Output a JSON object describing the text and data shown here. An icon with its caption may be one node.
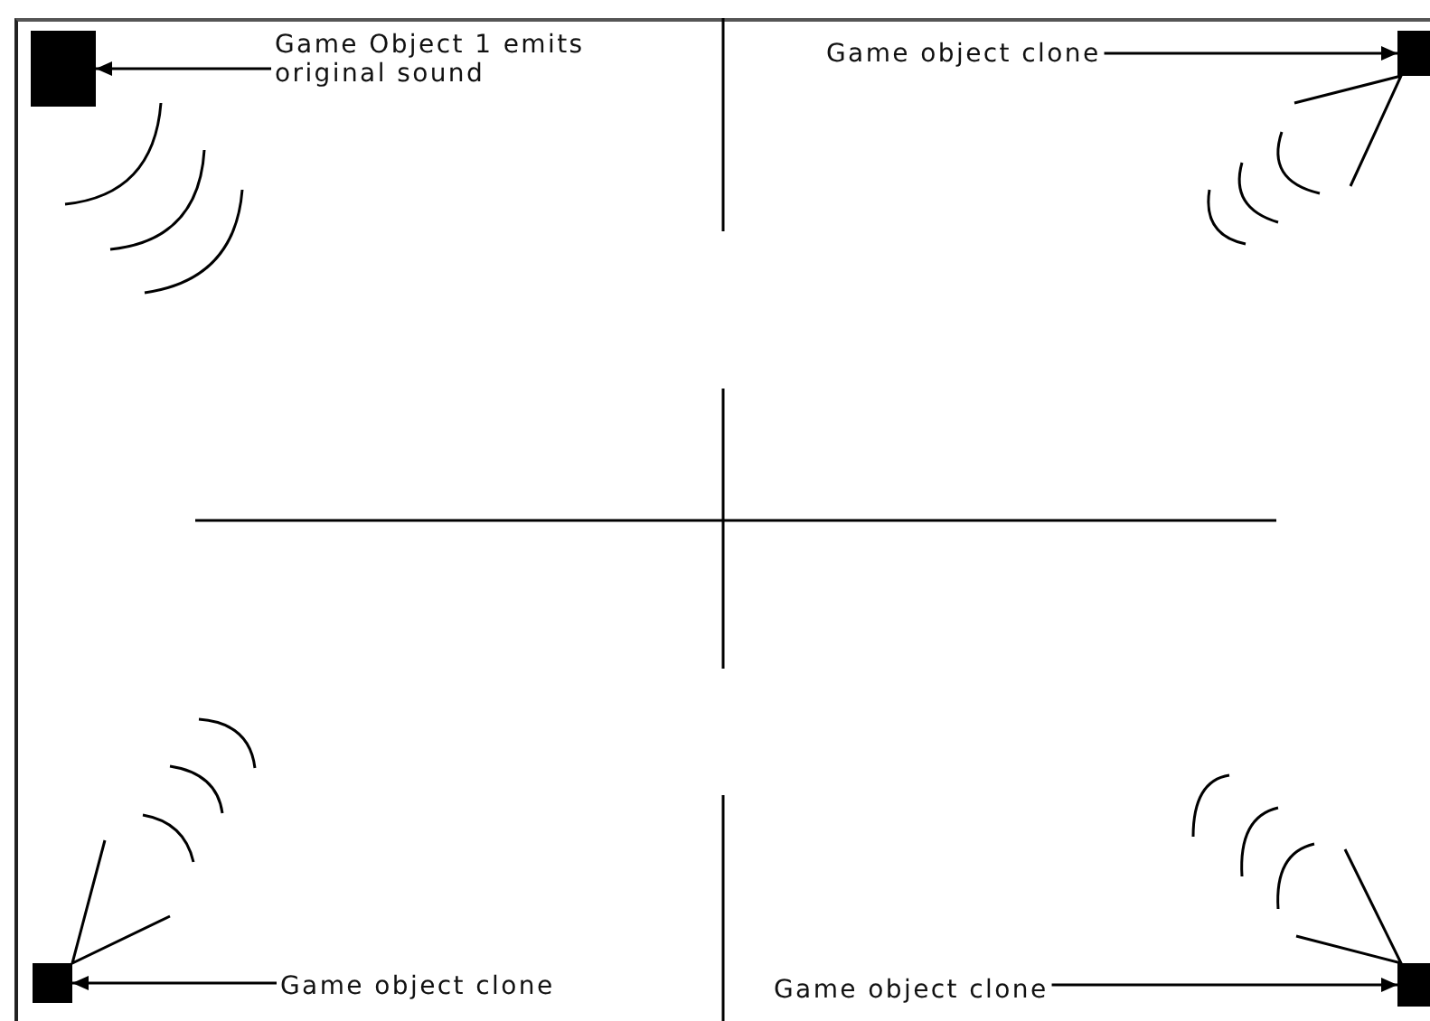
{
  "diagram": {
    "nodes": [
      {
        "text": [],
        "shape": "box"
      },
      {
        "text": [
          "Game Object 1 emits original sound"
        ]
      },
      {
        "text": [
          "Game object clone"
        ]
      },
      {
        "text": [],
        "shape": "box"
      },
      {
        "text": [],
        "shape": "box"
      },
      {
        "text": [
          "Game object clone"
        ]
      },
      {
        "text": [
          "Game object clone"
        ]
      },
      {
        "text": [],
        "shape": "box"
      }
    ],
    "edges": [
      {
        "from": 1,
        "to": 0,
        "arrow": "to"
      },
      {
        "from": 2,
        "to": 3,
        "arrow": "to"
      },
      {
        "from": 5,
        "to": 4,
        "arrow": "to"
      },
      {
        "from": 6,
        "to": 7,
        "arrow": "to"
      }
    ]
  }
}
